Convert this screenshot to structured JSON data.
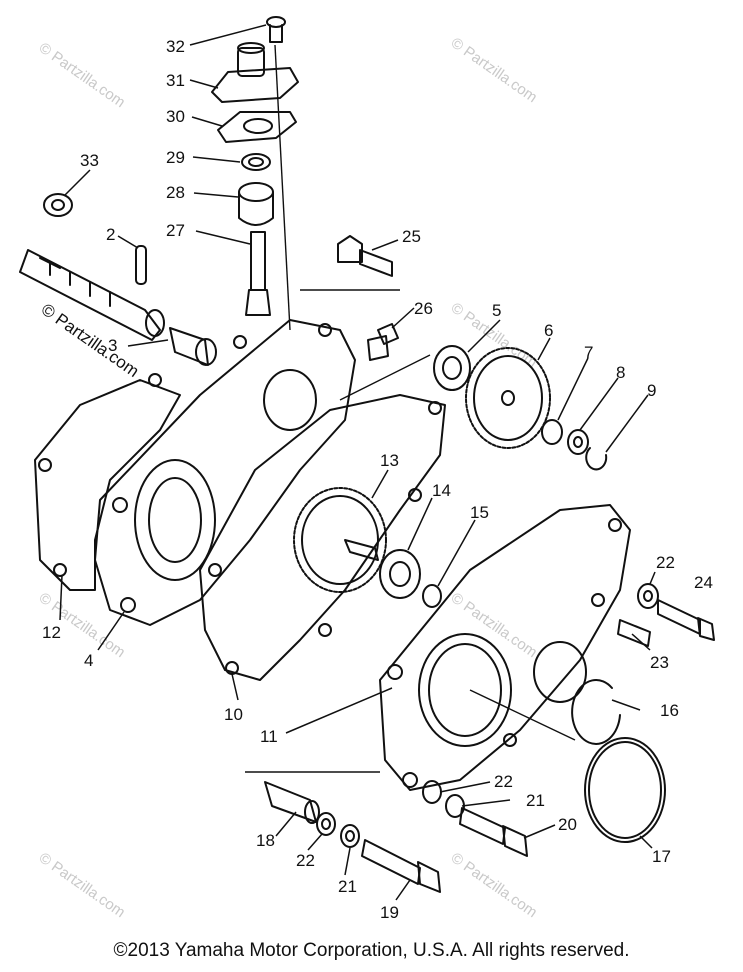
{
  "watermark": "© Partzilla.com",
  "watermark_dark": "© Partzilla.com",
  "callouts": [
    "32",
    "31",
    "30",
    "29",
    "28",
    "27",
    "33",
    "2",
    "25",
    "26",
    "5",
    "6",
    "7",
    "8",
    "9",
    "3",
    "13",
    "14",
    "15",
    "22",
    "24",
    "23",
    "16",
    "12",
    "4",
    "10",
    "11",
    "22",
    "21",
    "20",
    "17",
    "18",
    "22",
    "21",
    "19"
  ],
  "copyright": "©2013 Yamaha Motor Corporation, U.S.A. All rights reserved."
}
